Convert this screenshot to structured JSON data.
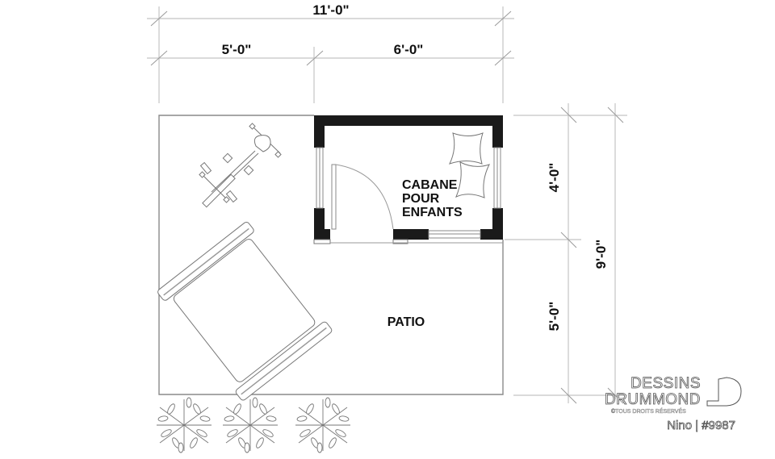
{
  "plan": {
    "title": "Cabane pour enfants floor plan",
    "dimensions": {
      "overall_width": "11'-0\"",
      "left_width": "5'-0\"",
      "right_width": "6'-0\"",
      "shed_depth": "4'-0\"",
      "patio_depth": "5'-0\"",
      "overall_depth": "9'-0\""
    },
    "rooms": {
      "cabane_line1": "CABANE",
      "cabane_line2": "POUR",
      "cabane_line3": "ENFANTS",
      "patio": "PATIO"
    },
    "furniture": {
      "rocking_horse": "spring-rider-icon",
      "picnic_table": "picnic-table-icon",
      "cushions": "cushion-icon",
      "shrubs": "shrub-icon"
    }
  },
  "branding": {
    "line1": "DESSINS",
    "line2": "DRUMMOND",
    "copyright": "©TOUS DROITS RÉSERVÉS",
    "model": "Nino | #9987"
  }
}
